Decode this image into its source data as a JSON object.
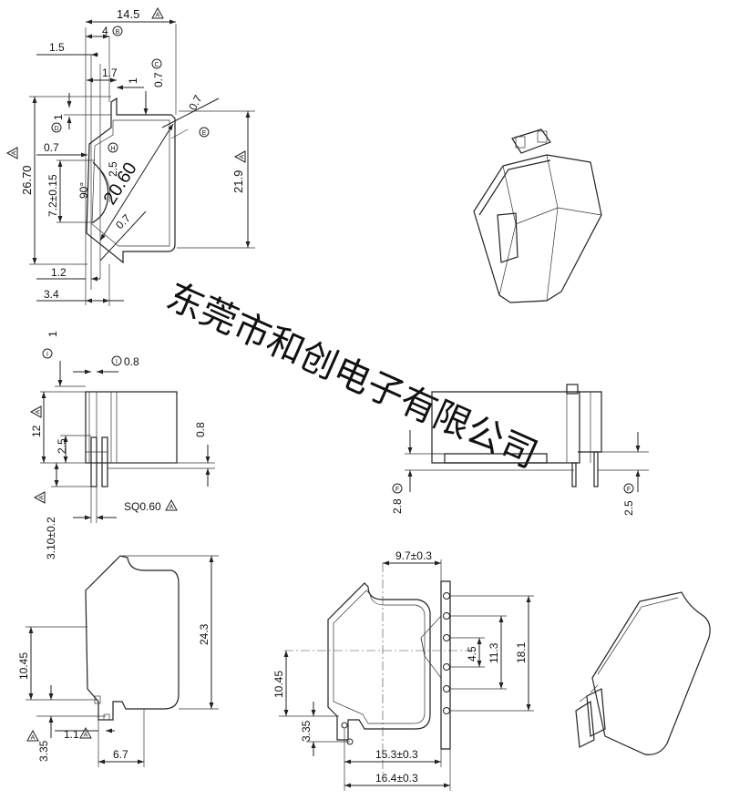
{
  "watermark": "东莞市和创电子有限公司",
  "top_view": {
    "overall_width": "14.5",
    "width_b": "4",
    "flange": "1.5",
    "step": "1.7",
    "small_1": "1",
    "gap_c": "0.7",
    "thickness_d": "1",
    "overall_height": "26.70",
    "height_right": "21.9",
    "wall": "0.7",
    "slot": "7.2±0.15",
    "angle": "90°",
    "edge_e": "2.5",
    "diagonal": "20.60",
    "diag_wall": "0.7",
    "chamfer_h": "0.7",
    "bottom_1": "1.2",
    "bottom_2": "3.4"
  },
  "front_view": {
    "top_offset": "1",
    "pin_pitch": "0.8",
    "height": "12",
    "pin_height": "2.5",
    "pin_dia": "0.8",
    "lead_length": "3.10±0.2",
    "pin_square": "SQ0.60"
  },
  "side_view": {
    "standoff_left": "2.8",
    "standoff_right": "2.5"
  },
  "bottom_view": {
    "height": "24.3",
    "offset": "10.45",
    "pin_offset": "3.35",
    "pin_gap": "1.1",
    "pin_width": "6.7"
  },
  "pcb_view": {
    "top_width": "9.7±0.3",
    "span_total": "18.1",
    "span_mid": "11.3",
    "span_inner": "4.5",
    "offset": "10.45",
    "pin_offset": "3.35",
    "width_inner": "15.3±0.3",
    "width_outer": "16.4±0.3"
  },
  "marker": "A",
  "circle_letters": [
    "B",
    "C",
    "D",
    "E",
    "H",
    "I",
    "F"
  ]
}
